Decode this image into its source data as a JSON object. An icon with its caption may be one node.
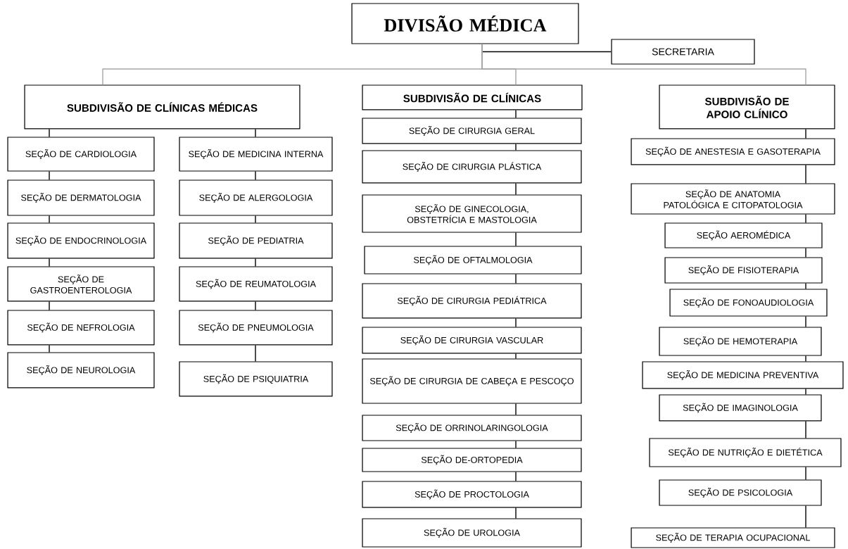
{
  "diagram": {
    "nodes": [
      {
        "text": [
          "DIVISÃO MÉDICA"
        ]
      },
      {
        "text": [
          "SECRETARIA"
        ]
      },
      {
        "text": [
          "SUBDIVISÃO DE CLÍNICAS MÉDICAS"
        ]
      },
      {
        "text": [
          "SUBDIVISÃO DE CLÍNICAS"
        ]
      },
      {
        "text": [
          "SUBDIVISÃO DE APOIO CLÍNICO"
        ]
      },
      {
        "text": [
          "SEÇÃO DE CARDIOLOGIA"
        ]
      },
      {
        "text": [
          "SEÇÃO DE DERMATOLOGIA"
        ]
      },
      {
        "text": [
          "SEÇÃO DE ENDOCRINOLOGIA"
        ]
      },
      {
        "text": [
          "SEÇÃO DE GASTROENTEROLOGIA"
        ]
      },
      {
        "text": [
          "SEÇÃO DE NEFROLOGIA"
        ]
      },
      {
        "text": [
          "SEÇÃO DE NEUROLOGIA"
        ]
      },
      {
        "text": [
          "SEÇÃO DE MEDICINA INTERNA"
        ]
      },
      {
        "text": [
          "SEÇÃO DE ALERGOLOGIA"
        ]
      },
      {
        "text": [
          "SEÇÃO DE PEDIATRIA"
        ]
      },
      {
        "text": [
          "SEÇÃO DE REUMATOLOGIA"
        ]
      },
      {
        "text": [
          "SEÇÃO DE PNEUMOLOGIA"
        ]
      },
      {
        "text": [
          "SEÇÃO DE PSIQUIATRIA"
        ]
      },
      {
        "text": [
          "SEÇÃO DE CIRURGIA GERAL"
        ]
      },
      {
        "text": [
          "SEÇÃO DE CIRURGIA PLÁSTICA"
        ]
      },
      {
        "text": [
          "SEÇÃO DE GINECOLOGIA, OBSTETRÍCIA E MASTOLOGIA"
        ]
      },
      {
        "text": [
          "SEÇÃO DE OFTALMOLOGIA"
        ]
      },
      {
        "text": [
          "SEÇÃO DE CIRURGIA PEDIÁTRICA"
        ]
      },
      {
        "text": [
          "SEÇÃO DE CIRURGIA VASCULAR"
        ]
      },
      {
        "text": [
          "SEÇÃO DE CIRURGIA DE CABEÇA E PESCOÇO"
        ]
      },
      {
        "text": [
          "SEÇÃO DE  ORRINOLARINGOLOGIA"
        ]
      },
      {
        "text": [
          "SEÇÃO DE-ORTOPEDIA"
        ]
      },
      {
        "text": [
          "SEÇÃO DE PROCTOLOGIA"
        ]
      },
      {
        "text": [
          "SEÇÃO DE UROLOGIA"
        ]
      },
      {
        "text": [
          "SEÇÃO DE ANESTESIA E GASOTERAPIA"
        ]
      },
      {
        "text": [
          "SEÇÃO DE ANATOMIA PATOLÓGICA E CITOPATOLOGIA"
        ]
      },
      {
        "text": [
          "SEÇÃO AEROMÉDICA"
        ]
      },
      {
        "text": [
          "SEÇÃO DE FISIOTERAPIA"
        ]
      },
      {
        "text": [
          "SEÇÃO DE FONOAUDIOLOGIA"
        ]
      },
      {
        "text": [
          "SEÇÃO DE HEMOTERAPIA"
        ]
      },
      {
        "text": [
          "SEÇÃO DE MEDICINA PREVENTIVA"
        ]
      },
      {
        "text": [
          "SEÇÃO DE IMAGINOLOGIA"
        ]
      },
      {
        "text": [
          "SEÇÃO DE NUTRIÇÃO E  DIETÉTICA"
        ]
      },
      {
        "text": [
          "SEÇÃO DE PSICOLOGIA"
        ]
      },
      {
        "text": [
          "SEÇÃO DE TERAPIA OCUPACIONAL"
        ]
      }
    ],
    "edges": [
      {
        "from": 0,
        "to": 1,
        "arrow": "none"
      },
      {
        "from": 0,
        "to": 2,
        "arrow": "none",
        "color": "#a6a6a6"
      },
      {
        "from": 0,
        "to": 3,
        "arrow": "none",
        "color": "#a6a6a6"
      },
      {
        "from": 0,
        "to": 4,
        "arrow": "none",
        "color": "#a6a6a6"
      },
      {
        "from": 2,
        "to": 5,
        "arrow": "none"
      },
      {
        "from": 5,
        "to": 6,
        "arrow": "none"
      },
      {
        "from": 6,
        "to": 7,
        "arrow": "none"
      },
      {
        "from": 7,
        "to": 8,
        "arrow": "none"
      },
      {
        "from": 8,
        "to": 9,
        "arrow": "none"
      },
      {
        "from": 9,
        "to": 10,
        "arrow": "none"
      },
      {
        "from": 2,
        "to": 11,
        "arrow": "none"
      },
      {
        "from": 11,
        "to": 12,
        "arrow": "none"
      },
      {
        "from": 12,
        "to": 13,
        "arrow": "none"
      },
      {
        "from": 13,
        "to": 14,
        "arrow": "none"
      },
      {
        "from": 14,
        "to": 15,
        "arrow": "none"
      },
      {
        "from": 15,
        "to": 16,
        "arrow": "none"
      },
      {
        "from": 3,
        "to": 17,
        "arrow": "none"
      },
      {
        "from": 17,
        "to": 18,
        "arrow": "none"
      },
      {
        "from": 18,
        "to": 19,
        "arrow": "none"
      },
      {
        "from": 19,
        "to": 20,
        "arrow": "none"
      },
      {
        "from": 20,
        "to": 21,
        "arrow": "none"
      },
      {
        "from": 21,
        "to": 22,
        "arrow": "none"
      },
      {
        "from": 22,
        "to": 23,
        "arrow": "none"
      },
      {
        "from": 23,
        "to": 24,
        "arrow": "none"
      },
      {
        "from": 24,
        "to": 25,
        "arrow": "none"
      },
      {
        "from": 25,
        "to": 26,
        "arrow": "none"
      },
      {
        "from": 26,
        "to": 27,
        "arrow": "none"
      },
      {
        "from": 4,
        "to": 28,
        "arrow": "none"
      },
      {
        "from": 28,
        "to": 29,
        "arrow": "none"
      },
      {
        "from": 29,
        "to": 30,
        "arrow": "none"
      },
      {
        "from": 30,
        "to": 31,
        "arrow": "none"
      },
      {
        "from": 31,
        "to": 32,
        "arrow": "none"
      },
      {
        "from": 32,
        "to": 33,
        "arrow": "none"
      },
      {
        "from": 33,
        "to": 34,
        "arrow": "none"
      },
      {
        "from": 34,
        "to": 35,
        "arrow": "none"
      },
      {
        "from": 35,
        "to": 36,
        "arrow": "none"
      },
      {
        "from": 36,
        "to": 37,
        "arrow": "none"
      },
      {
        "from": 37,
        "to": 38,
        "arrow": "none"
      }
    ]
  }
}
